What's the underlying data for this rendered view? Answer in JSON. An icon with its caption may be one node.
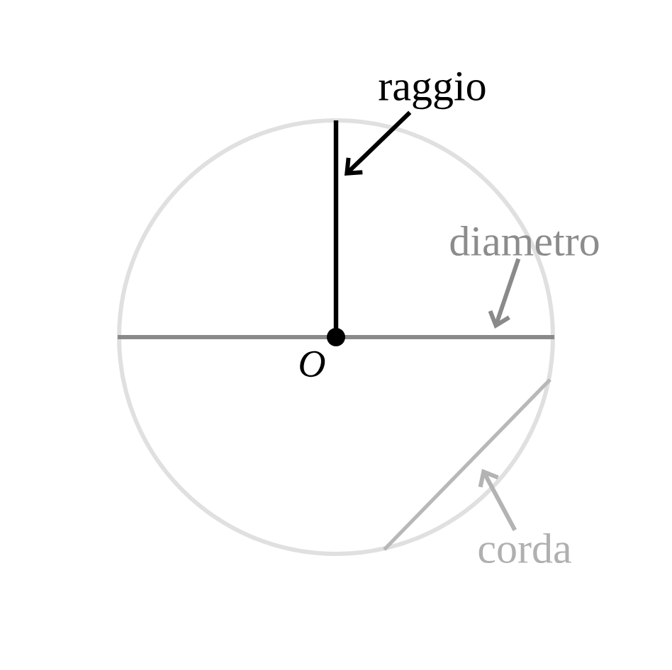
{
  "diagram": {
    "nodes": [
      {
        "text": [
          "raggio"
        ]
      },
      {
        "text": [
          "diametro"
        ]
      },
      {
        "text": [
          "corda"
        ]
      }
    ],
    "edges": [
      {
        "from": 0,
        "to": null,
        "arrow": "to"
      },
      {
        "from": 1,
        "to": null,
        "arrow": "to",
        "color": "#8a8a8a"
      },
      {
        "from": 2,
        "to": null,
        "arrow": "to",
        "color": "#b3b3b3"
      }
    ],
    "labels": [
      "O"
    ]
  }
}
